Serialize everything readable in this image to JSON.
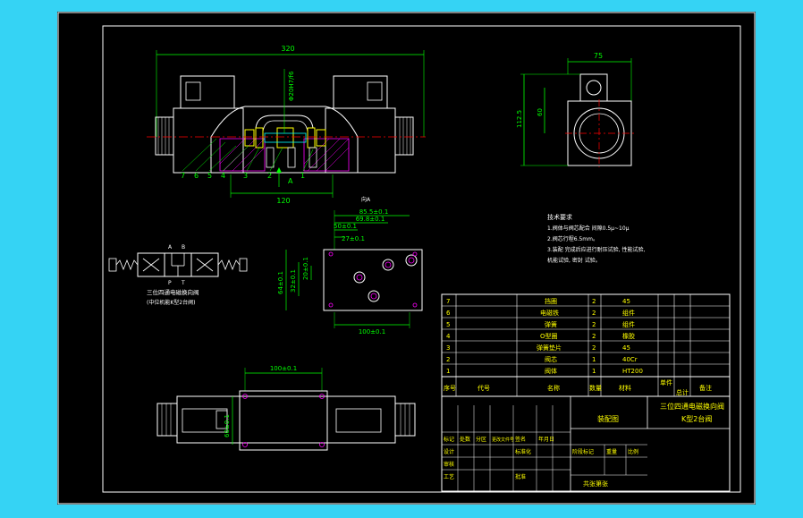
{
  "colors": {
    "background": "#35d3f4",
    "sheet": "#000000",
    "outline": "#ffffff",
    "dimension": "#00ff00",
    "part_line": "#ffff00",
    "center_line": "#ff0000",
    "hatch": "#ff00ff",
    "text": "#00ff00"
  },
  "front_view": {
    "dim_overall": "320",
    "dim_bore": "Φ20H7/f6",
    "dim_body": "120",
    "port_label": "A",
    "section_label": "向A",
    "balloons": [
      "7",
      "6",
      "5",
      "4",
      "3",
      "2",
      "1"
    ]
  },
  "side_view": {
    "dim_width": "75",
    "dim_height": "112.5",
    "dim_mid": "60"
  },
  "top_view": {
    "dim_1": "85.5±0.1",
    "dim_2": "69.8±0.1",
    "dim_3": "50±0.1",
    "dim_4": "27±0.1",
    "dim_v1": "32±0.1",
    "dim_v2": "20±0.1",
    "dim_v3": "64±0.1",
    "dim_bottom": "100±0.1"
  },
  "bottom_view": {
    "dim_top": "100±0.1",
    "dim_v": "60±0.1"
  },
  "symbol": {
    "port_a": "A",
    "port_b": "B",
    "port_p": "P",
    "port_t": "T",
    "caption_1": "三位四通电磁换向阀",
    "caption_2": "(中位机能K型2台阀)"
  },
  "tech_req": {
    "title": "技术要求",
    "lines": [
      "1.阀体与阀芯配合 间隙0.5μ~10μ",
      "2.阀芯行程6.5mm。",
      "3.装配 完成后应进行耐压试验, 性能试验,",
      "机能试验, 密封 试验。"
    ]
  },
  "parts": [
    {
      "no": "7",
      "name": "挡圈",
      "qty": "2",
      "material": "45"
    },
    {
      "no": "6",
      "name": "电磁铁",
      "qty": "2",
      "material": "组件"
    },
    {
      "no": "5",
      "name": "弹簧",
      "qty": "2",
      "material": "组件"
    },
    {
      "no": "4",
      "name": "O型圈",
      "qty": "2",
      "material": "橡胶"
    },
    {
      "no": "3",
      "name": "弹簧垫片",
      "qty": "2",
      "material": "45"
    },
    {
      "no": "2",
      "name": "阀芯",
      "qty": "1",
      "material": "40Cr"
    },
    {
      "no": "1",
      "name": "阀体",
      "qty": "1",
      "material": "HT200"
    }
  ],
  "parts_header": [
    "序号",
    "代号",
    "名称",
    "数量",
    "材料",
    "单件",
    "总计",
    "备注"
  ],
  "title_block": {
    "drawing_name": "装配图",
    "title_1": "三位四通电磁换向阀",
    "title_2": "K型2台阀",
    "labels": [
      "标记",
      "处数",
      "分区",
      "更改文件号",
      "签名",
      "年月日",
      "设计",
      "标准化",
      "阶段标记",
      "重量",
      "比例",
      "审核",
      "工艺",
      "批准",
      "共张第张"
    ]
  }
}
